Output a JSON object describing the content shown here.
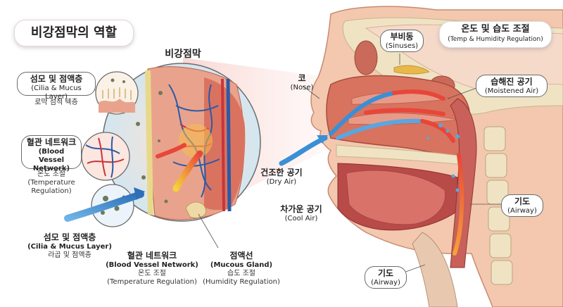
{
  "title": "비강점막의 역할",
  "mucosa_label": "비강점막",
  "top_right": {
    "ko": "온도 및 습도 조절",
    "en": "(Temp & Humidity Regulation)"
  },
  "cilia_top": {
    "ko": "섬모 및 점액층",
    "en": "(Cilia & Mucus Layer)",
    "sub": "로막 섬적 텍층"
  },
  "blood_left": {
    "ko": "혈관 네트워크",
    "en1": "(Blood Vessel",
    "en2": "Network)",
    "sub1": "온도 조절",
    "sub2": "(Temperature Regulation)"
  },
  "cilia_bottom": {
    "ko": "섬모 및 점액층",
    "en": "(Cilia & Mucus Layer)",
    "sub": "라곱 및 점액층"
  },
  "blood_bottom": {
    "ko": "혈관 네트워크",
    "en": "(Blood Vessel Network)",
    "sub1": "온도 조절",
    "sub2": "(Temperature Regulation)"
  },
  "mucous_gland": {
    "ko": "점액선",
    "en": "(Mucous Gland)",
    "sub1": "습도 조절",
    "sub2": "(Humidity Regulation)"
  },
  "nose": {
    "ko": "코",
    "en": "(Nose)"
  },
  "dry_air": {
    "ko": "건조한 공기",
    "en": "(Dry Air)"
  },
  "cool_air": {
    "ko": "차가운 공기",
    "en": "(Cool Air)"
  },
  "sinuses": {
    "ko": "부비동",
    "en": "(Sinuses)"
  },
  "moistened": {
    "ko": "습해진 공기",
    "en": "(Moistened Air)"
  },
  "airway_right": {
    "ko": "기도",
    "en": "(Airway)"
  },
  "airway_bottom": {
    "ko": "기도",
    "en": "(Airway)"
  },
  "colors": {
    "warm_air": "#e8463a",
    "cool_air": "#3a8fd6",
    "tissue": "#e9a38c",
    "bone": "#efe3c4",
    "vessel_blue": "#2c5aa8"
  }
}
